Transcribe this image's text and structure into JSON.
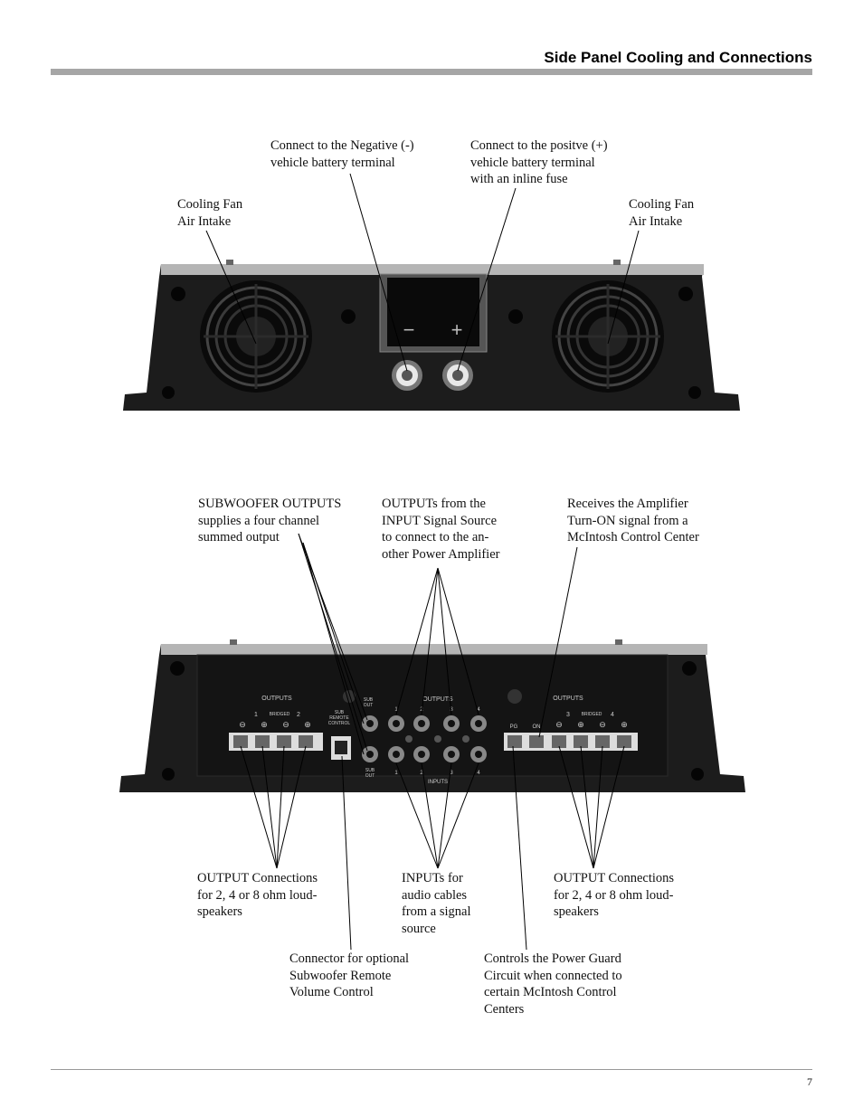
{
  "header": {
    "title": "Side Panel Cooling and Connections"
  },
  "top_panel": {
    "callouts": {
      "fan_left": "Cooling Fan\nAir Intake",
      "negative": "Connect to the Negative (-)\nvehicle battery terminal",
      "positive": "Connect to the positve (+)\nvehicle battery terminal\nwith an inline fuse",
      "fan_right": "Cooling Fan\nAir Intake"
    },
    "terminal_signs": {
      "minus": "−",
      "plus": "+"
    }
  },
  "bottom_panel": {
    "callouts": {
      "subwoofer_outputs": "SUBWOOFER OUTPUTS\nsupplies a four channel\nsummed output",
      "outputs_from_input": "OUTPUTs from the\nINPUT Signal Source\nto connect to the an-\nother Power Amplifier",
      "turn_on": "Receives the Amplifier\nTurn-ON signal from a\nMcIntosh Control Center",
      "output_left": "OUTPUT Connections\nfor 2, 4 or 8 ohm loud-\nspeakers",
      "inputs": "INPUTs for\naudio cables\nfrom a signal\nsource",
      "output_right": "OUTPUT Connections\nfor 2, 4 or 8 ohm loud-\nspeakers",
      "remote_connector": "Connector for optional\nSubwoofer Remote\nVolume Control",
      "power_guard": "Controls the Power Guard\nCircuit when connected to\ncertain McIntosh Control\nCenters"
    },
    "panel_labels": {
      "outputs": "OUTPUTS",
      "bridged": "BRIDGED",
      "inputs": "INPUTS",
      "sub_out": "SUB\nOUT",
      "sub_remote": "SUB\nREMOTE\nCONTROL",
      "pg": "PG",
      "on": "ON",
      "ch1": "1",
      "ch2": "2",
      "ch3": "3",
      "ch4": "4"
    }
  },
  "footer": {
    "page_number": "7"
  }
}
